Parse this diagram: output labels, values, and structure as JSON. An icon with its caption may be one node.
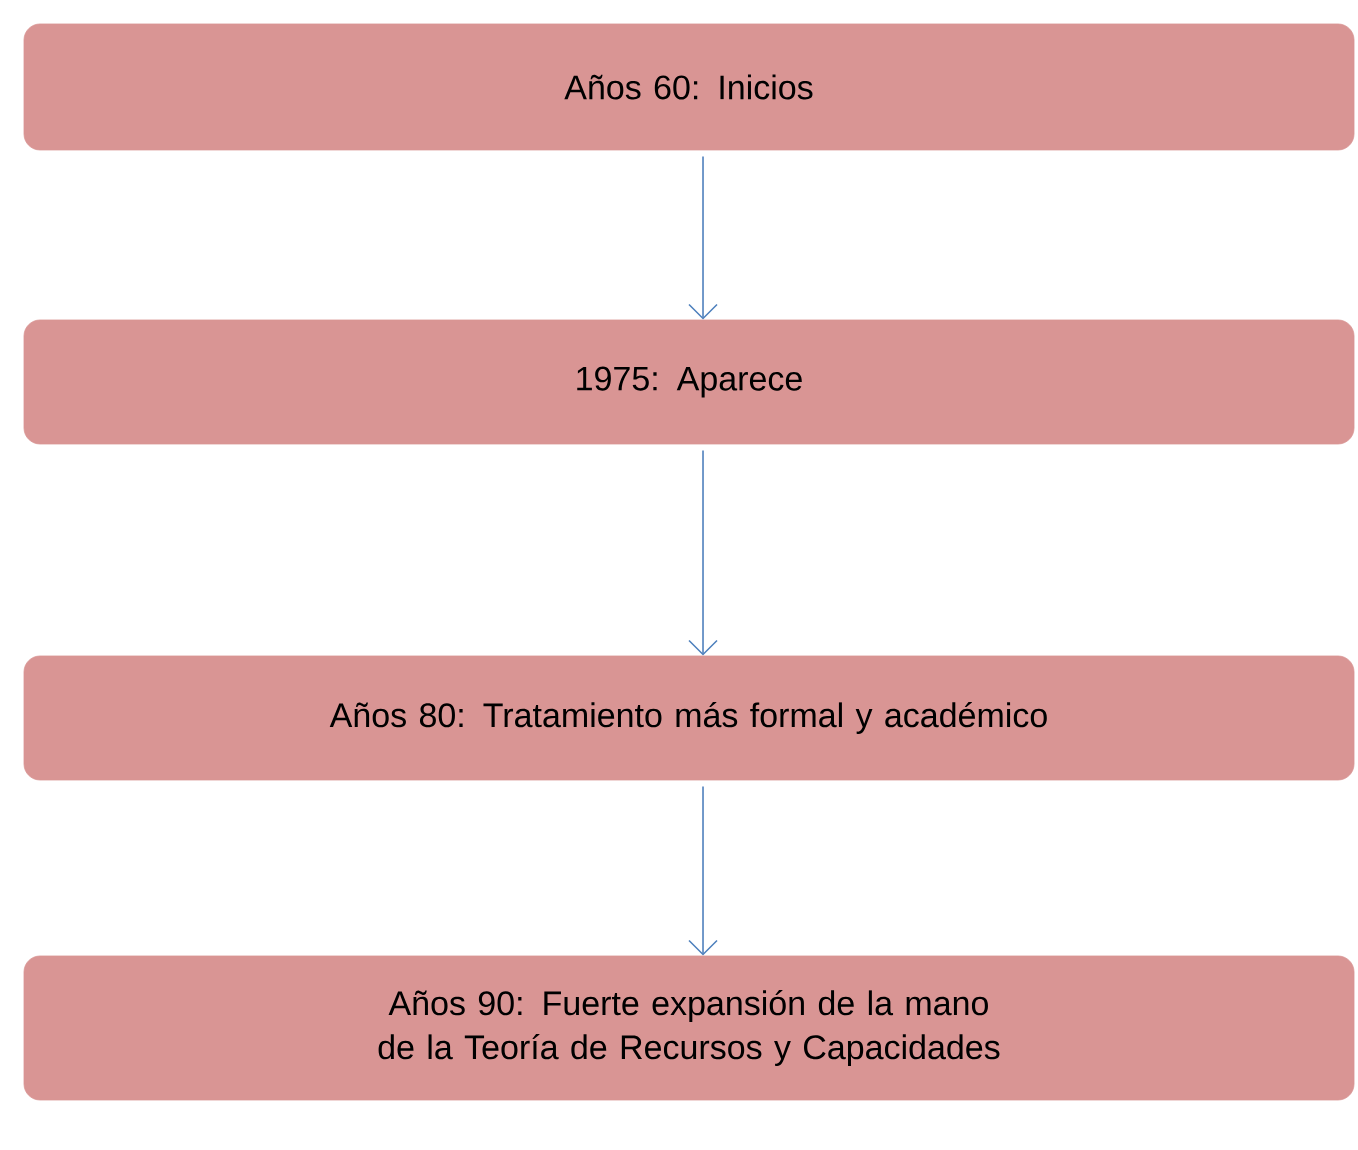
{
  "diagram": {
    "nodes": [
      {
        "text": [
          "Años 60: Inicios"
        ]
      },
      {
        "text": [
          "1975: Aparece"
        ]
      },
      {
        "text": [
          "Años 80: Tratamiento más formal y académico"
        ]
      },
      {
        "text": [
          "Años 90: Fuerte expansión de la mano de la Teoría de Recursos y Capacidades"
        ]
      }
    ],
    "edges": [
      {
        "from": 0,
        "to": 1,
        "arrow": "to"
      },
      {
        "from": 1,
        "to": 2,
        "arrow": "to"
      },
      {
        "from": 2,
        "to": 3,
        "arrow": "to"
      }
    ]
  }
}
